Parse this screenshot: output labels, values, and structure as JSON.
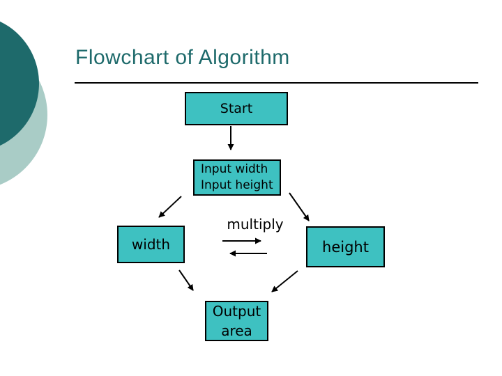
{
  "slide": {
    "title": "Flowchart of Algorithm"
  },
  "flowchart": {
    "nodes": {
      "start": {
        "label": "Start"
      },
      "input": {
        "lines": [
          "Input width",
          "Input height"
        ]
      },
      "width": {
        "label": "width"
      },
      "height": {
        "label": "height"
      },
      "output": {
        "lines": [
          "Output",
          "area"
        ]
      }
    },
    "operation_label": "multiply",
    "edges": [
      {
        "from": "start",
        "to": "input"
      },
      {
        "from": "input",
        "to": "width"
      },
      {
        "from": "input",
        "to": "height"
      },
      {
        "from": "width",
        "to": "height",
        "label": "multiply"
      },
      {
        "from": "height",
        "to": "width"
      },
      {
        "from": "width",
        "to": "output"
      },
      {
        "from": "height",
        "to": "output"
      }
    ]
  },
  "colors": {
    "node_fill": "#3ec1c1",
    "node_border": "#000000",
    "title": "#1e6a6b",
    "circle_dark": "#1e6a6b",
    "circle_light": "#a9ccc6",
    "arrow": "#000000"
  }
}
